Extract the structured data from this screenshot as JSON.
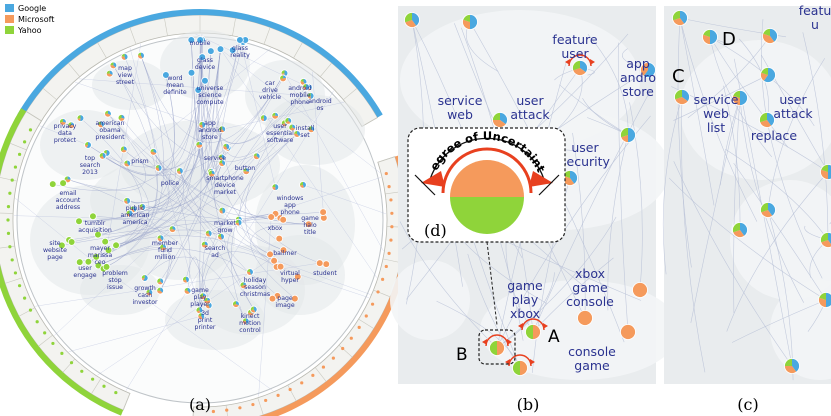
{
  "legend": [
    {
      "name": "Google",
      "color": "#4aa8e0"
    },
    {
      "name": "Microsoft",
      "color": "#f59a5c"
    },
    {
      "name": "Yahoo",
      "color": "#8fd43a"
    }
  ],
  "colors": {
    "google": "#4aa8e0",
    "microsoft": "#f59a5c",
    "yahoo": "#8fd43a",
    "label": "#2b3390",
    "uncertainty": "#e8401f"
  },
  "panel_a": {
    "caption": "(a)",
    "keywords": [
      "mobile",
      "glass reality",
      "map view street",
      "glass device",
      "word mean definite",
      "universe science compute",
      "car drive vehicle",
      "android mobile phone",
      "android os",
      "privacy data protect",
      "american obama president",
      "app android store",
      "user essential software",
      "install set",
      "top search 2013",
      "prism",
      "service",
      "button",
      "email account address",
      "police",
      "smartphone device market",
      "public american america",
      "windows app phone",
      "tumblr acquisition",
      "market grow",
      "game halo title",
      "site website page",
      "mayer marissa ceo",
      "member fund million",
      "search ad",
      "xbox",
      "user engage",
      "problem stop issue",
      "ballmer",
      "virtual hyper",
      "student",
      "growth cash investor",
      "game play player",
      "holiday season christmas",
      "page image",
      "3d print printer",
      "kinect motion control"
    ]
  },
  "panel_b": {
    "caption": "(b)",
    "keywords": [
      "feature user",
      "app andro store",
      "service web",
      "user attack",
      "user security",
      "xbox game console",
      "game play xbox",
      "console game"
    ],
    "inset_label": "(d)",
    "inset_title": "Degree of Uncertainty",
    "markers": [
      "A",
      "B"
    ]
  },
  "panel_c": {
    "caption": "(c)",
    "keywords": [
      "featu u",
      "service web list",
      "user attack",
      "replace"
    ],
    "markers": [
      "C",
      "D"
    ]
  }
}
